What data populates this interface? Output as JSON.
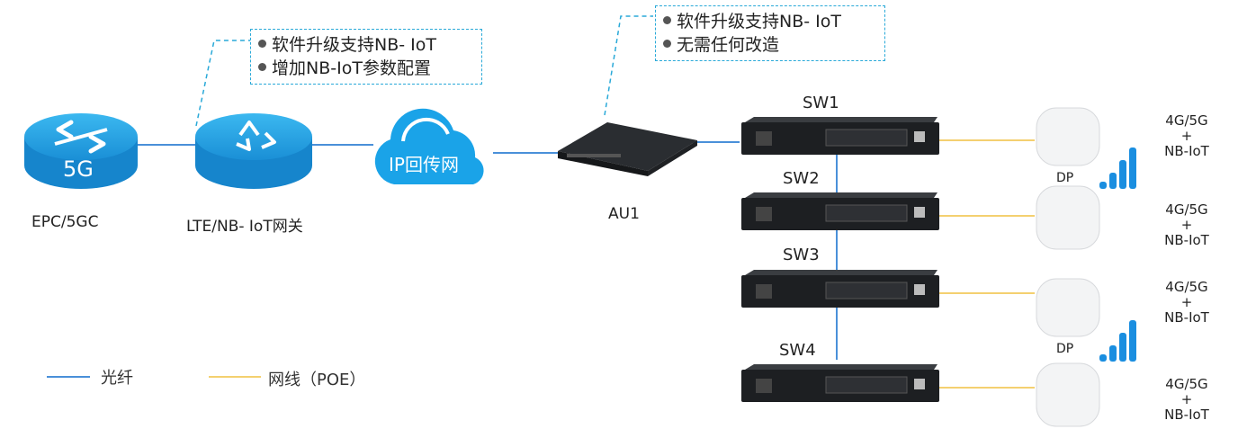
{
  "notes": {
    "gateway": [
      "软件升级支持NB- IoT",
      "增加NB-IoT参数配置"
    ],
    "au": [
      "软件升级支持NB- IoT",
      "无需任何改造"
    ]
  },
  "nodes": {
    "epc_badge": "5G",
    "epc_label": "EPC/5GC",
    "gateway_label": "LTE/NB- IoT网关",
    "cloud_label": "IP回传网",
    "au_label": "AU1"
  },
  "switches": [
    "SW1",
    "SW2",
    "SW3",
    "SW4"
  ],
  "dp_labels": [
    "DP",
    "DP"
  ],
  "radio_labels": [
    {
      "l1": "4G/5G",
      "l2": "+",
      "l3": "NB-IoT"
    },
    {
      "l1": "4G/5G",
      "l2": "+",
      "l3": "NB-IoT"
    },
    {
      "l1": "4G/5G",
      "l2": "+",
      "l3": "NB-IoT"
    },
    {
      "l1": "4G/5G",
      "l2": "+",
      "l3": "NB-IoT"
    }
  ],
  "legend": {
    "fiber": "光纤",
    "cable": "网线（POE）"
  },
  "colors": {
    "fiber": "#4a90d9",
    "cable": "#f0c040",
    "cloud": "#1aa3e8",
    "signal": "#1a8ee0"
  }
}
